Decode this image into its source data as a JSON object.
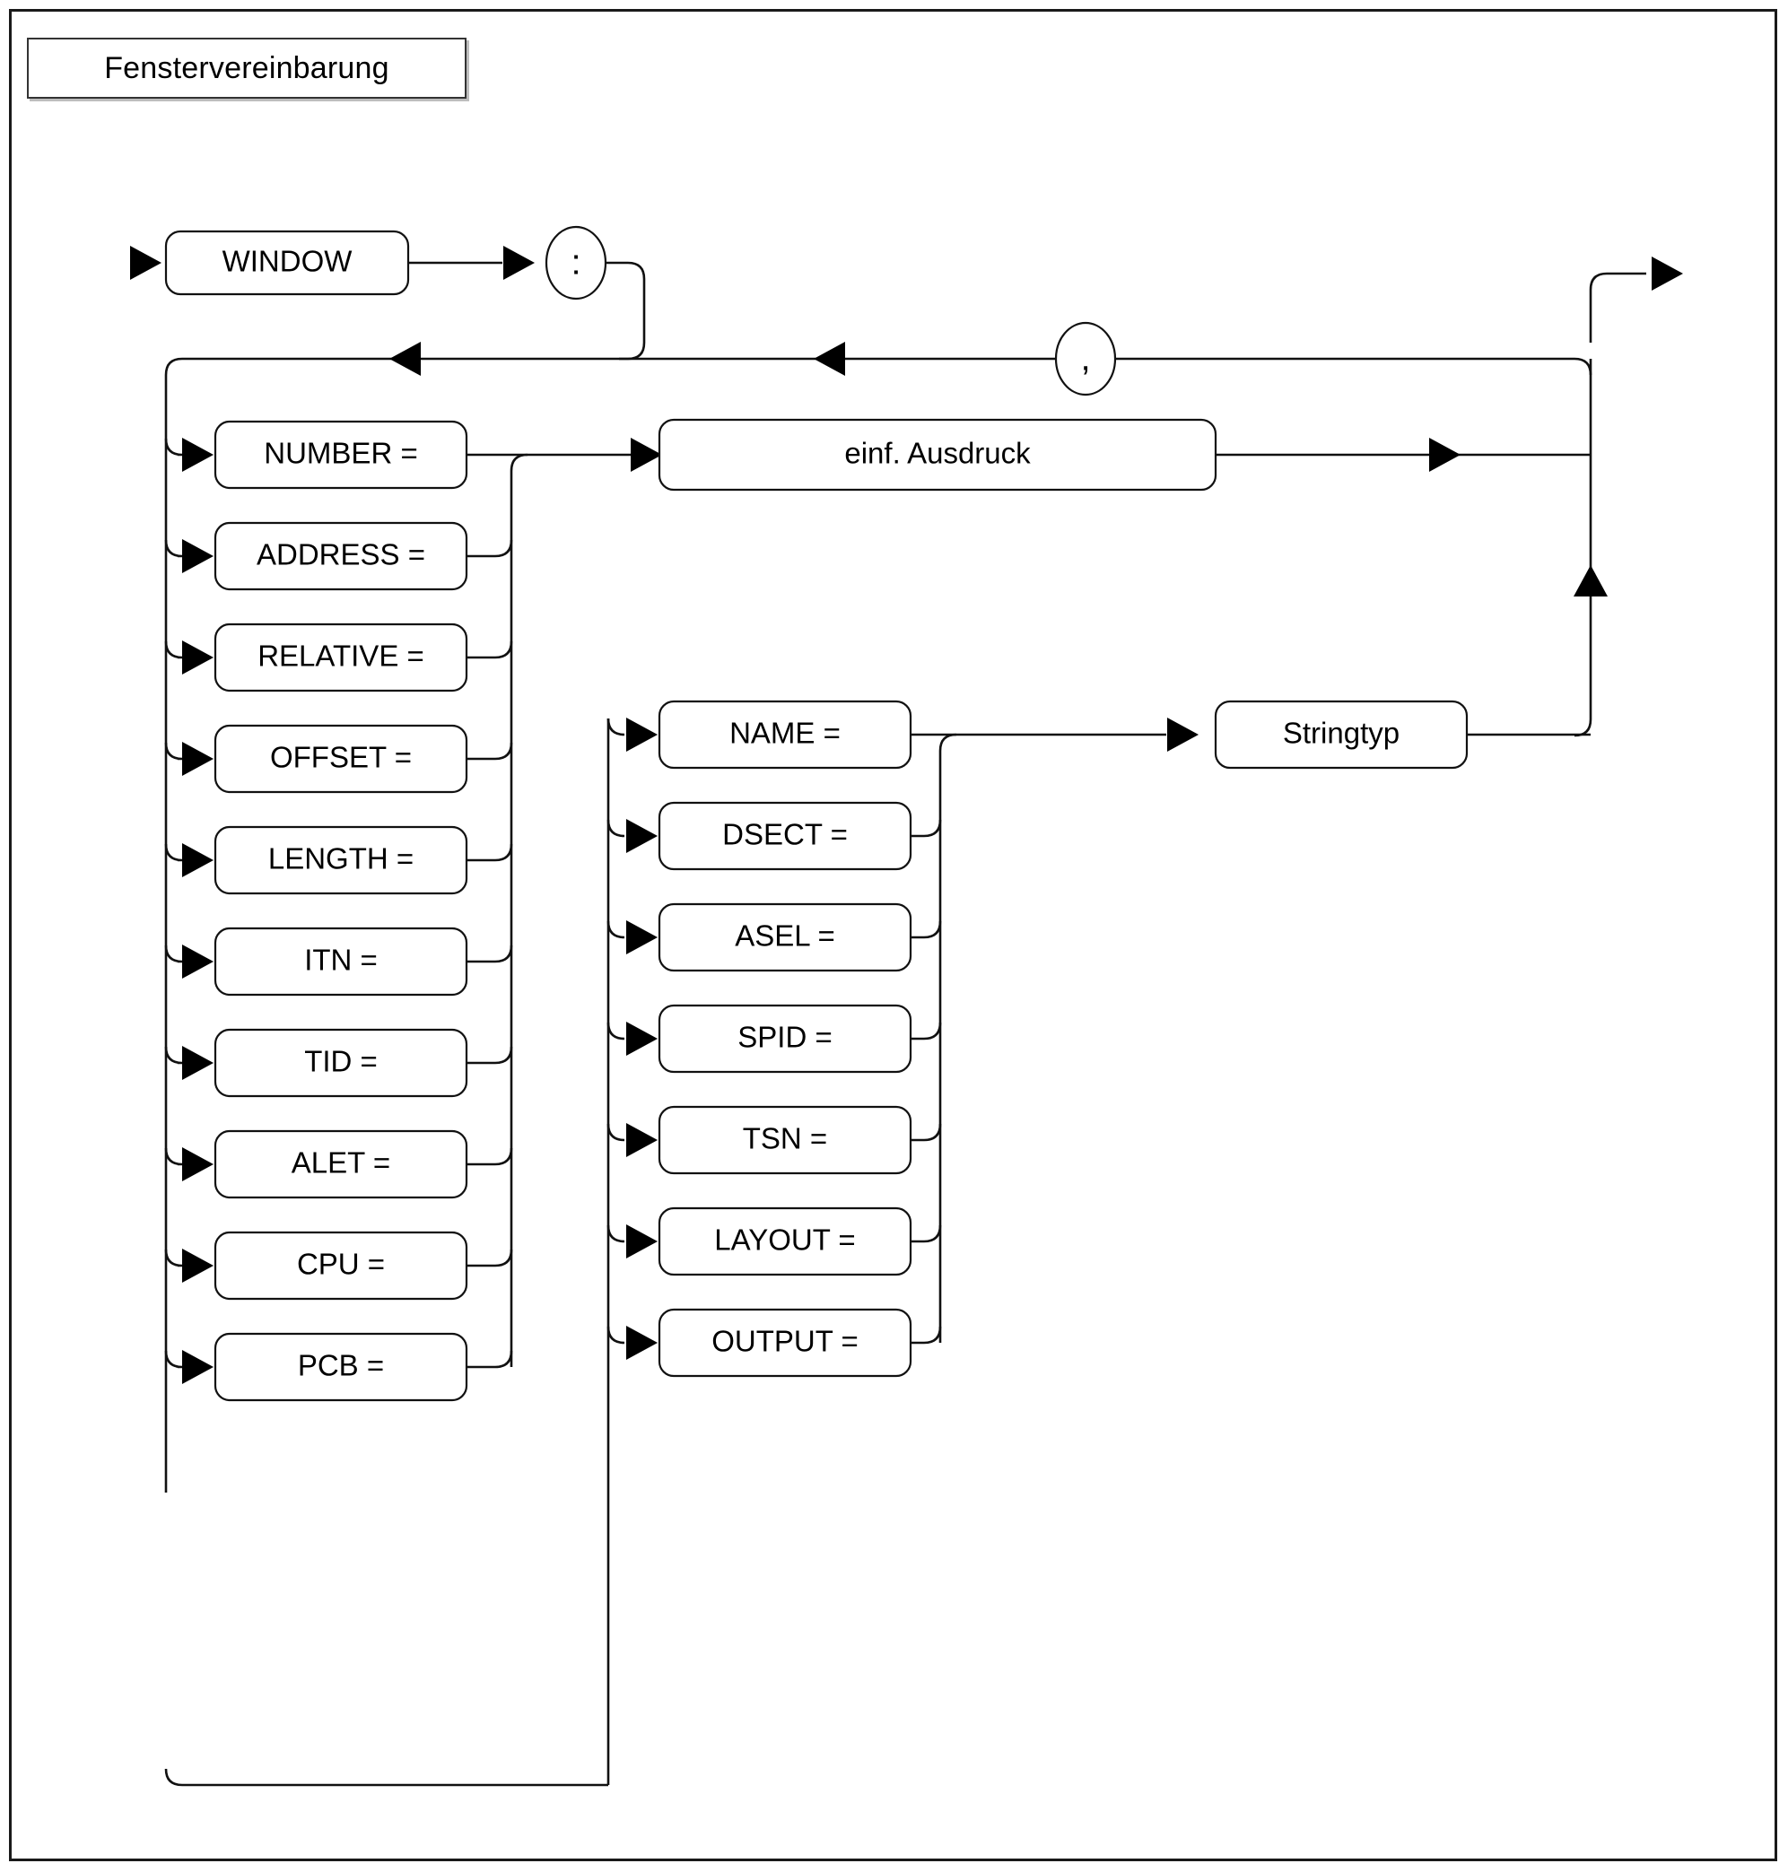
{
  "diagram": {
    "title": "Fenstervereinbarung",
    "type": "railroad-syntax-diagram",
    "start_terminal": "WINDOW",
    "separator_symbol": ":",
    "repeat_symbol": ",",
    "nonterminals": {
      "expression": "einf. Ausdruck",
      "string": "Stringtyp"
    },
    "left_column": {
      "value_target": "einf. Ausdruck",
      "items": [
        {
          "label": "NUMBER ="
        },
        {
          "label": "ADDRESS ="
        },
        {
          "label": "RELATIVE ="
        },
        {
          "label": "OFFSET ="
        },
        {
          "label": "LENGTH ="
        },
        {
          "label": "ITN ="
        },
        {
          "label": "TID ="
        },
        {
          "label": "ALET ="
        },
        {
          "label": "CPU ="
        },
        {
          "label": "PCB ="
        }
      ]
    },
    "middle_column": {
      "value_target": "Stringtyp",
      "items": [
        {
          "label": "NAME ="
        },
        {
          "label": "DSECT ="
        },
        {
          "label": "ASEL ="
        },
        {
          "label": "SPID ="
        },
        {
          "label": "TSN ="
        },
        {
          "label": "LAYOUT ="
        },
        {
          "label": "OUTPUT ="
        }
      ]
    },
    "colors": {
      "stroke": "#111111",
      "background": "#ffffff",
      "frame": "#1a1a1a",
      "title_shadow": "#bdbdbd"
    }
  }
}
